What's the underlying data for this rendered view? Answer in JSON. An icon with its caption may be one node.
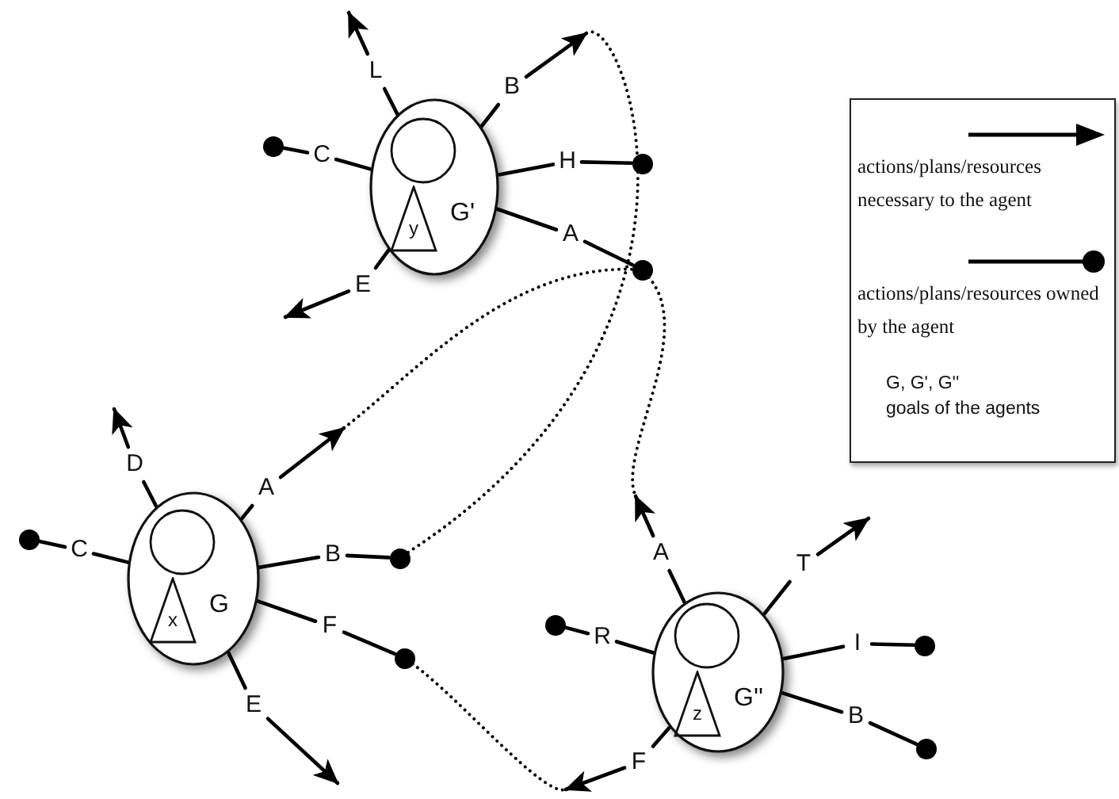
{
  "diagram": {
    "nodes": [
      {
        "text": [
          "G'"
        ]
      },
      {
        "text": [
          "y"
        ],
        "in": 0
      },
      {
        "text": [
          "L"
        ]
      },
      {
        "text": [
          "B"
        ]
      },
      {
        "text": [
          "C"
        ]
      },
      {
        "text": [
          "H"
        ]
      },
      {
        "text": [
          "A"
        ]
      },
      {
        "text": [
          "E"
        ]
      },
      {
        "text": [],
        "shape": "circle"
      },
      {
        "text": [],
        "shape": "circle"
      },
      {
        "text": [],
        "shape": "circle"
      },
      {
        "text": [
          "G"
        ]
      },
      {
        "text": [
          "x"
        ],
        "in": 11
      },
      {
        "text": [
          "D"
        ]
      },
      {
        "text": [
          "A"
        ]
      },
      {
        "text": [
          "C"
        ]
      },
      {
        "text": [
          "B"
        ]
      },
      {
        "text": [
          "F"
        ]
      },
      {
        "text": [
          "E"
        ]
      },
      {
        "text": [],
        "shape": "circle"
      },
      {
        "text": [],
        "shape": "circle"
      },
      {
        "text": [],
        "shape": "circle"
      },
      {
        "text": [
          "G''"
        ]
      },
      {
        "text": [
          "z"
        ],
        "in": 22
      },
      {
        "text": [
          "A"
        ]
      },
      {
        "text": [
          "T"
        ]
      },
      {
        "text": [
          "R"
        ]
      },
      {
        "text": [
          "I"
        ]
      },
      {
        "text": [
          "B"
        ]
      },
      {
        "text": [
          "F"
        ]
      },
      {
        "text": [],
        "shape": "circle"
      },
      {
        "text": [],
        "shape": "circle"
      },
      {
        "text": [],
        "shape": "circle"
      }
    ],
    "edges": [
      {
        "from": 0,
        "to": 2,
        "arrow": "none"
      },
      {
        "from": 0,
        "to": 3,
        "arrow": "none"
      },
      {
        "from": 0,
        "to": 4,
        "arrow": "none"
      },
      {
        "from": 0,
        "to": 5,
        "arrow": "none"
      },
      {
        "from": 0,
        "to": 6,
        "arrow": "none"
      },
      {
        "from": 0,
        "to": 7,
        "arrow": "none"
      },
      {
        "from": 2,
        "to": null,
        "arrow": "to"
      },
      {
        "from": 3,
        "to": null,
        "arrow": "to"
      },
      {
        "from": 4,
        "to": 8,
        "arrow": "none"
      },
      {
        "from": 5,
        "to": 9,
        "arrow": "none"
      },
      {
        "from": 6,
        "to": 10,
        "arrow": "none"
      },
      {
        "from": 7,
        "to": null,
        "arrow": "to"
      },
      {
        "from": 11,
        "to": 13,
        "arrow": "none"
      },
      {
        "from": 11,
        "to": 14,
        "arrow": "none"
      },
      {
        "from": 11,
        "to": 15,
        "arrow": "none"
      },
      {
        "from": 11,
        "to": 16,
        "arrow": "none"
      },
      {
        "from": 11,
        "to": 17,
        "arrow": "none"
      },
      {
        "from": 11,
        "to": 18,
        "arrow": "none"
      },
      {
        "from": 13,
        "to": null,
        "arrow": "to"
      },
      {
        "from": 14,
        "to": null,
        "arrow": "to"
      },
      {
        "from": 15,
        "to": 19,
        "arrow": "none"
      },
      {
        "from": 16,
        "to": 20,
        "arrow": "none"
      },
      {
        "from": 17,
        "to": 21,
        "arrow": "none"
      },
      {
        "from": 18,
        "to": null,
        "arrow": "to"
      },
      {
        "from": 22,
        "to": 24,
        "arrow": "none"
      },
      {
        "from": 22,
        "to": 25,
        "arrow": "none"
      },
      {
        "from": 22,
        "to": 26,
        "arrow": "none"
      },
      {
        "from": 22,
        "to": 27,
        "arrow": "none"
      },
      {
        "from": 22,
        "to": 28,
        "arrow": "none"
      },
      {
        "from": 22,
        "to": 29,
        "arrow": "none"
      },
      {
        "from": 24,
        "to": null,
        "arrow": "to"
      },
      {
        "from": 25,
        "to": null,
        "arrow": "to"
      },
      {
        "from": 26,
        "to": 30,
        "arrow": "none"
      },
      {
        "from": 27,
        "to": 31,
        "arrow": "none"
      },
      {
        "from": 28,
        "to": 32,
        "arrow": "none"
      },
      {
        "from": 29,
        "to": null,
        "arrow": "to"
      },
      {
        "from": 20,
        "to": 3,
        "arrow": "none",
        "style": "dashed"
      },
      {
        "from": 10,
        "to": 14,
        "arrow": "none",
        "style": "dashed"
      },
      {
        "from": 10,
        "to": 24,
        "arrow": "none",
        "style": "dashed"
      },
      {
        "from": 21,
        "to": 29,
        "arrow": "none",
        "style": "dashed"
      }
    ],
    "labels": [
      "G, G', G''",
      "goals of the agents"
    ],
    "legend": [
      {
        "text": "actions/plans/resources necessary to the agent"
      },
      {
        "text": "actions/plans/resources owned by the agent"
      }
    ]
  }
}
